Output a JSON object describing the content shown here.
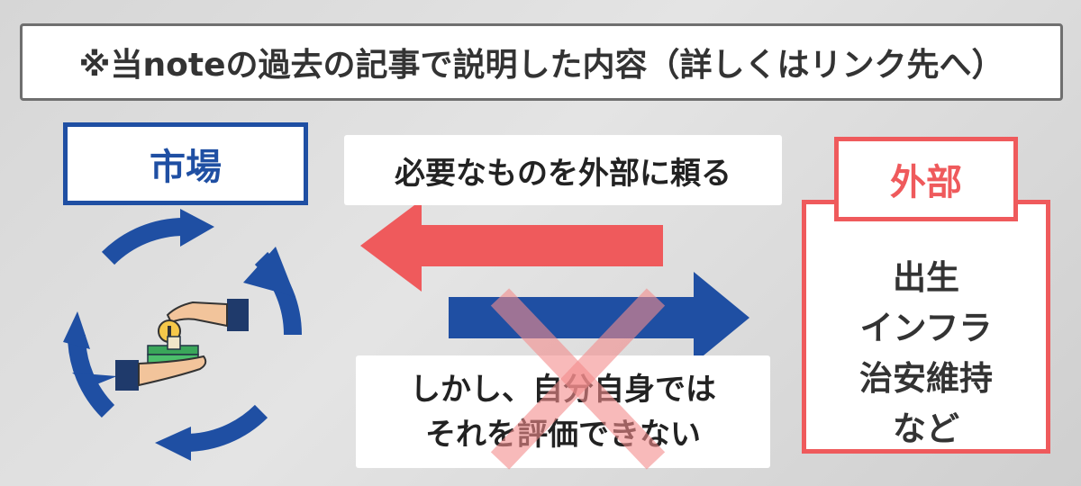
{
  "header": {
    "text": "※当noteの過去の記事で説明した内容（詳しくはリンク先へ）"
  },
  "market": {
    "label": "市場"
  },
  "external": {
    "label": "外部",
    "items": [
      "出生",
      "インフラ",
      "治安維持",
      "など"
    ]
  },
  "arrows": {
    "left_label": "必要なものを外部に頼る",
    "right_label_lines": [
      "しかし、自分自身では",
      "それを評価できない"
    ]
  },
  "icons": {
    "cycle": "circular-arrows-icon",
    "exchange": "money-exchange-hands-icon",
    "cross": "cross-mark-icon"
  },
  "colors": {
    "blue": "#1f4fa3",
    "red": "#ef5a5c",
    "cross": "#f4a0a0"
  }
}
